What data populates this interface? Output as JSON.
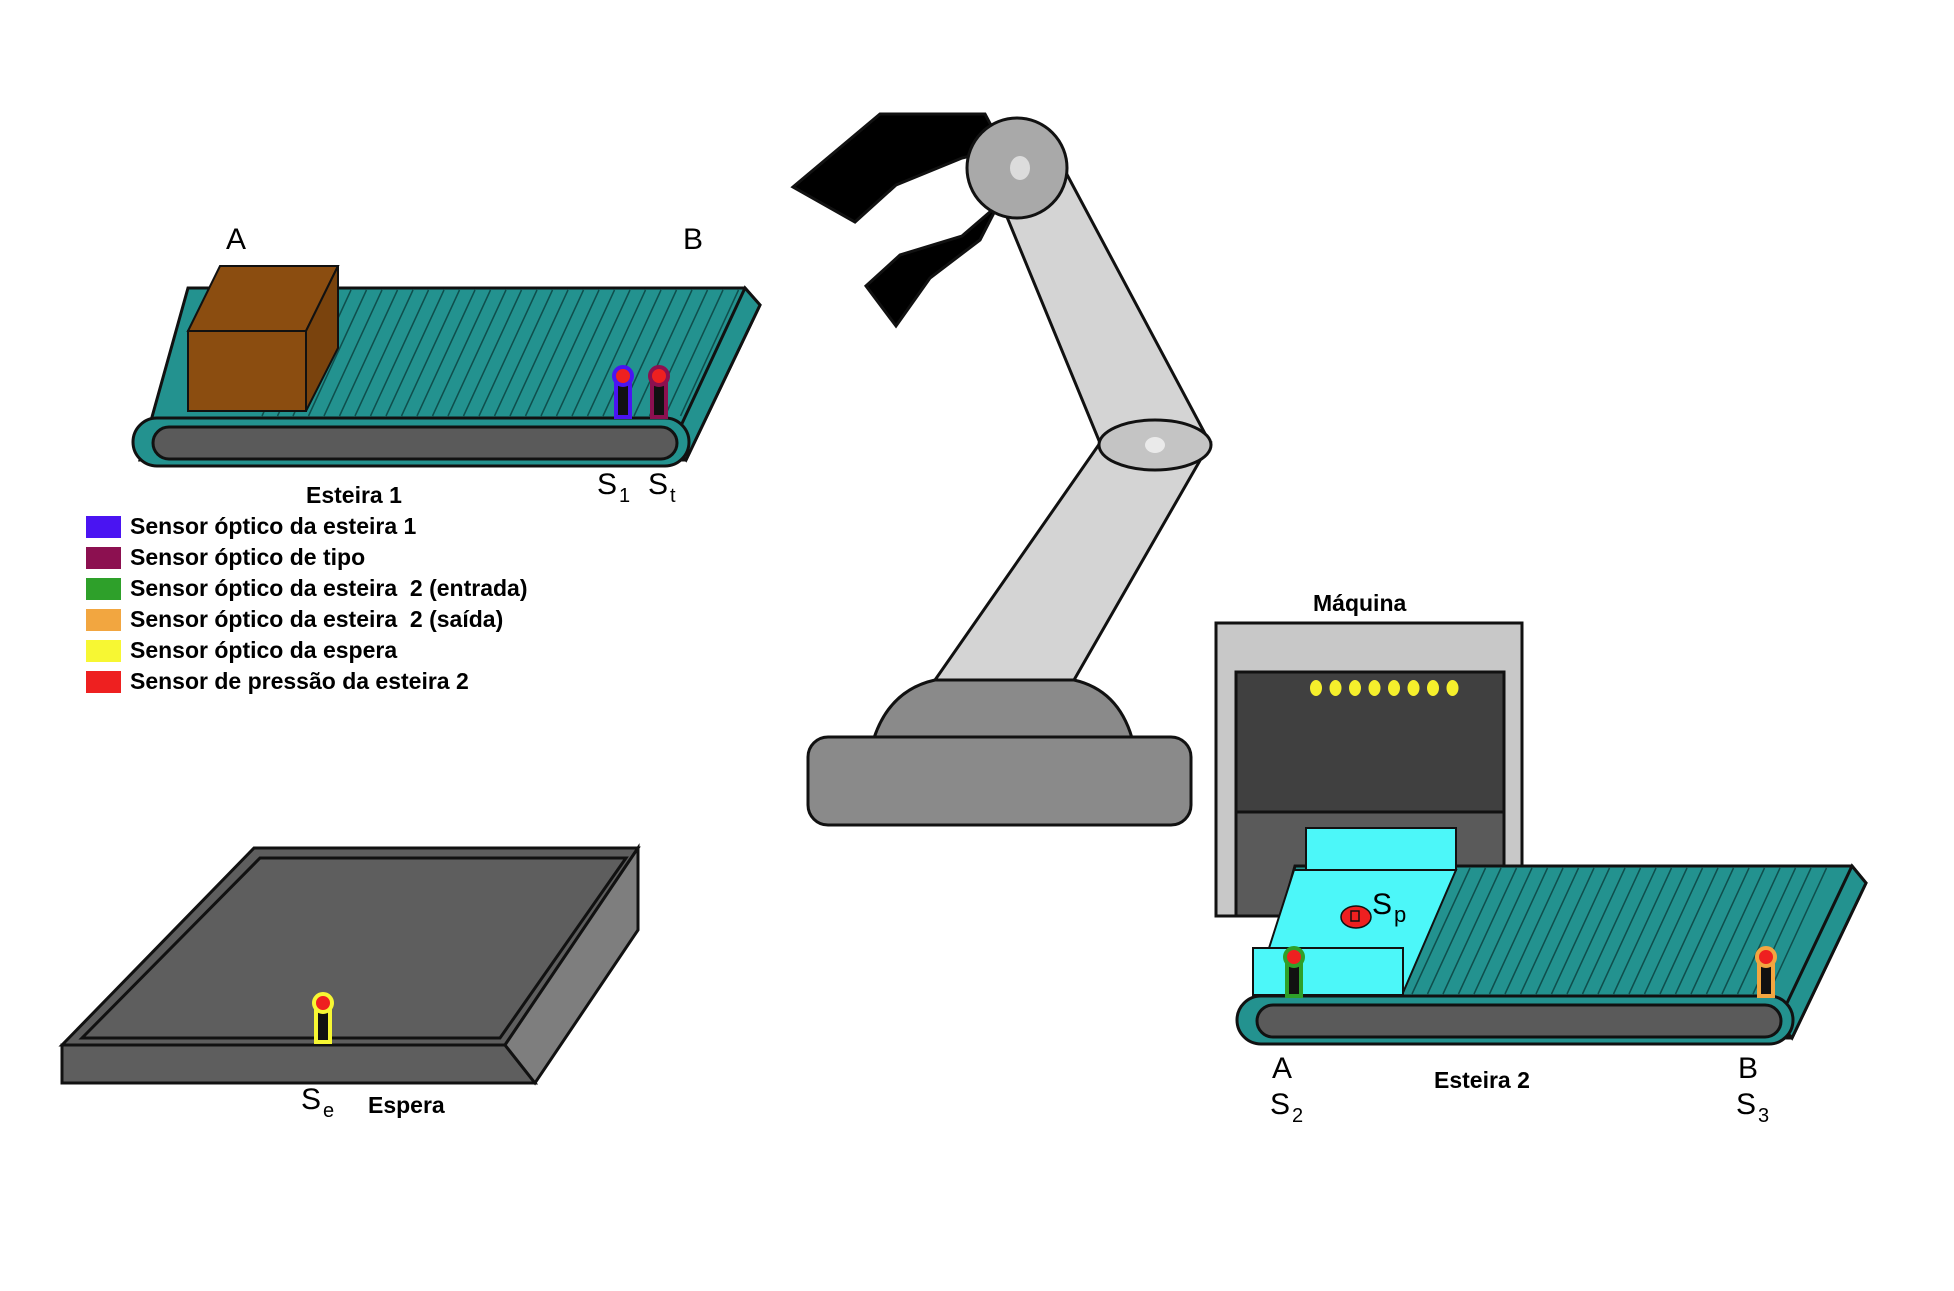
{
  "conveyor1": {
    "point_a": "A",
    "point_b": "B",
    "title": "Esteira 1",
    "sensor_s1": {
      "main": "S",
      "sub": "1"
    },
    "sensor_st": {
      "main": "S",
      "sub": "t"
    }
  },
  "legend": [
    {
      "color": "#4a14f2",
      "text": "Sensor óptico da esteira 1"
    },
    {
      "color": "#8c1050",
      "text": "Sensor óptico de tipo"
    },
    {
      "color": "#2ea02a",
      "text": "Sensor óptico da esteira  2 (entrada)"
    },
    {
      "color": "#f2a640",
      "text": "Sensor óptico da esteira  2 (saída)"
    },
    {
      "color": "#f7f733",
      "text": "Sensor óptico da espera"
    },
    {
      "color": "#ee2020",
      "text": "Sensor de pressão da esteira 2"
    }
  ],
  "waiting_area": {
    "title": "Espera",
    "sensor_se": {
      "main": "S",
      "sub": "e"
    }
  },
  "machine": {
    "title": "Máquina"
  },
  "conveyor2": {
    "title": "Esteira 2",
    "point_a": "A",
    "point_b": "B",
    "sensor_s2": {
      "main": "S",
      "sub": "2"
    },
    "sensor_s3": {
      "main": "S",
      "sub": "3"
    },
    "sensor_sp": {
      "main": "S",
      "sub": "p"
    }
  },
  "colors": {
    "belt": "#23928f",
    "box": "#8b4d10",
    "arm": "#d4d4d4",
    "gripper": "#000000",
    "waiting_area": "#5e5e5e",
    "machine_frame": "#c8c8c8",
    "machine_chamber": "#404040",
    "workpiece": "#4cf7f9",
    "machine_lights": "#f5ef2c"
  }
}
